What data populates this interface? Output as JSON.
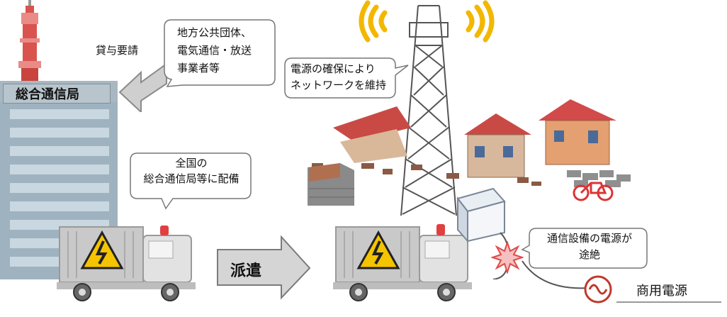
{
  "building": {
    "sign": "総合通信局"
  },
  "request": {
    "label": "貸与要請"
  },
  "callouts": {
    "authorities": {
      "lines": [
        "地方公共団体、",
        "電気通信・放送",
        "事業者等"
      ]
    },
    "deployment": {
      "lines": [
        "全国の",
        "総合通信局等に配備"
      ]
    },
    "network": {
      "lines": [
        "電源の確保により",
        "ネットワークを維持"
      ]
    },
    "outage": {
      "lines": [
        "通信設備の電源が",
        "途絶"
      ]
    }
  },
  "dispatch": {
    "label": "派遣"
  },
  "commercial_power": {
    "label": "商用電源",
    "symbol": "sine-wave-icon"
  },
  "colors": {
    "tower": "#555555",
    "roof": "#c94a45",
    "warning": "#f5c400",
    "signal": "#f2b800",
    "building": "#8fa3b0"
  }
}
